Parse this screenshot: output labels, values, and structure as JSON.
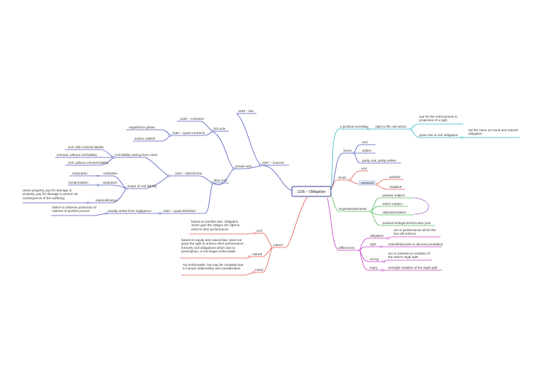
{
  "root": {
    "label": "1156 – Obligation"
  },
  "sources": {
    "label": "1157 – sources",
    "law": "1158 – law",
    "private_acts": {
      "label": "private acts",
      "licit": {
        "label": "licit acts",
        "contracts": "1159 – contracts",
        "quasi": {
          "label": "1160 – quasi-contracts",
          "items": [
            "negotiorum gestio",
            "solutio indebiti"
          ]
        }
      },
      "illicit": {
        "label": "illicit acts",
        "delict": {
          "label": "1161 – delict/crime",
          "crime": {
            "label": "civil liability arising from crime",
            "items": [
              "civil, with criminal liability",
              "criminal, without civil liability",
              "civil, without criminal liability"
            ]
          },
          "scope": {
            "label": "scope of civil liability",
            "restitution": {
              "label": "restitution",
              "desc": "restoration"
            },
            "reparation": {
              "label": "reparation",
              "desc": "compensation"
            },
            "indemnification": {
              "label": "indemnification",
              "desc": "return property, pay for damage to property, pay for damage to person as consequence of the suffering"
            }
          }
        },
        "quasi_delict": {
          "label": "1162 – quasi-delict/tort",
          "negligence": {
            "label": "usually arises from negligence",
            "desc": "failure to observe protection of interest of another person"
          }
        }
      }
    }
  },
  "necessity": {
    "label": "a juridical necessity",
    "right": {
      "label": "right to file civil action",
      "desc1": "sue for the enforcement or protection of a right",
      "desc2": "gives rise to civil obligation",
      "note": "not the same as moral and natural obligation"
    }
  },
  "forms": {
    "label": "forms",
    "items": [
      "oral",
      "written",
      "partly oral, partly written"
    ]
  },
  "kinds": {
    "label": "kinds",
    "real": "real",
    "personal": {
      "label": "personal",
      "items": [
        "positive",
        "negative"
      ]
    }
  },
  "requisites": {
    "label": "requisites/elements",
    "items": [
      "passive subject",
      "active subject",
      "object/prestation",
      "juridical tie/legal tie/vinculum juris"
    ]
  },
  "differences": {
    "label": "differences",
    "items": [
      {
        "label": "obligation",
        "desc": "act or performance which the law will enforce"
      },
      {
        "label": "right",
        "desc": "claim/title/power to demand prestation"
      },
      {
        "label": "wrong",
        "desc": "act or omission in violation of the other's legal right"
      },
      {
        "label": "injury",
        "desc": "wrongful violation of the legal right"
      }
    ]
  },
  "nature": {
    "label": "nature",
    "civil": {
      "label": "civil",
      "desc": "based on positive law; obligation which give the obligee the right to enforce their performance"
    },
    "natural": {
      "label": "natural",
      "desc": "based on equity and natural law; does not grant the right to enforce their performance; formerly civil obligations which due to prescription, is not longer enforceable"
    },
    "moral": {
      "label": "moral",
      "desc": "not enforceable, but may be complied due to human relationship and consideration"
    }
  },
  "colors": {
    "sources": "#4a56b8",
    "necessity": "#2bb5c0",
    "forms": "#4a56b8",
    "kinds": "#e0574f",
    "requisites": "#4cba55",
    "requisites_link": "#9a55c4",
    "differences": "#bf3fc4",
    "nature": "#e0574f",
    "root_border": "#2f3a8c"
  }
}
